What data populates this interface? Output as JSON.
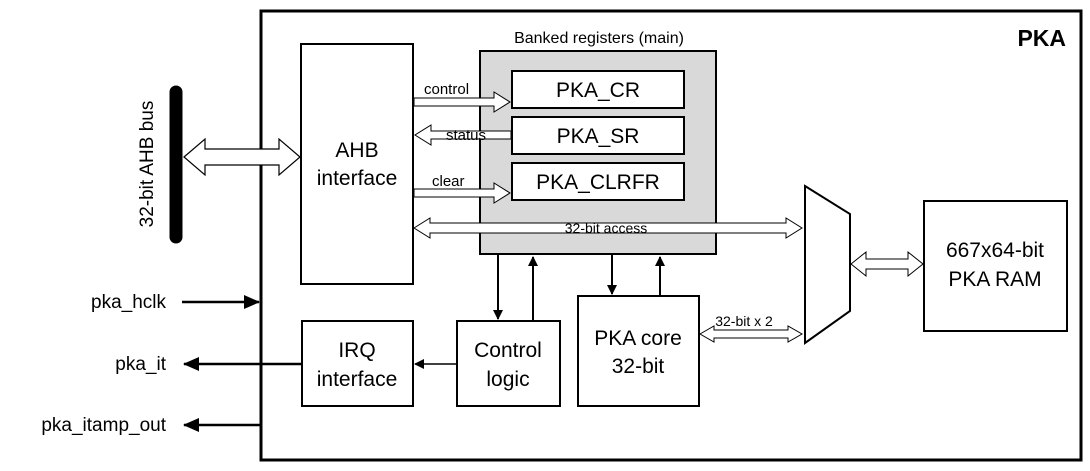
{
  "diagram": {
    "module_title": "PKA",
    "banked_title": "Banked registers (main)",
    "bus_label": "32-bit AHB bus",
    "ahb_line1": "AHB",
    "ahb_line2": "interface",
    "reg_cr": "PKA_CR",
    "reg_sr": "PKA_SR",
    "reg_clrfr": "PKA_CLRFR",
    "sig_control": "control",
    "sig_status": "status",
    "sig_clear": "clear",
    "access_label": "32-bit access",
    "ram_line1": "667x64-bit",
    "ram_line2": "PKA RAM",
    "irq_line1": "IRQ",
    "irq_line2": "interface",
    "ctrl_line1": "Control",
    "ctrl_line2": "logic",
    "core_line1": "PKA core",
    "core_line2": "32-bit",
    "core_bus": "32-bit x 2",
    "pin_hclk": "pka_hclk",
    "pin_it": "pka_it",
    "pin_itamp": "pka_itamp_out"
  }
}
